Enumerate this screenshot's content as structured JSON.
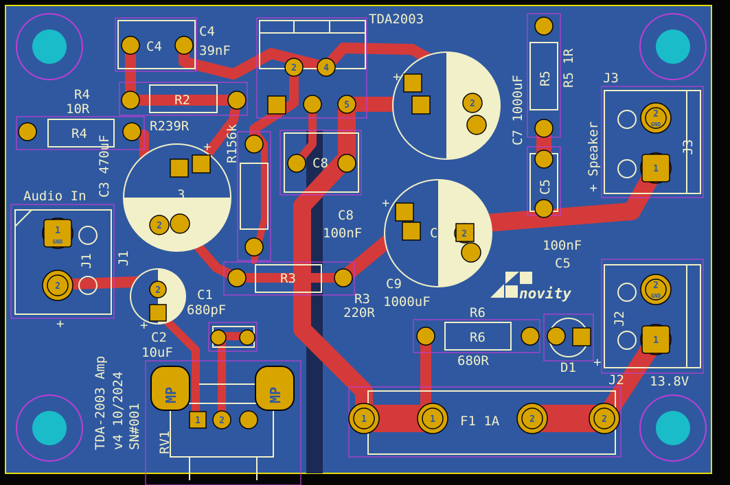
{
  "colors": {
    "background": "#050505",
    "board": "#2f58a0",
    "board_edge": "#e8e000",
    "copper": "#d43a3a",
    "pad": "#d8a400",
    "silk": "#f2f0c8",
    "mount_hole": "#19bcc8",
    "courtyard": "#c13ed4"
  },
  "texts": {
    "tda": "TDA2003",
    "c4": "C4",
    "c4v": "39nF",
    "r4": "R4",
    "r4v": "10R",
    "r2": "R2",
    "r239": "R239R",
    "r1v": "R156k",
    "c3v": "C3 470uF",
    "c3in": "3",
    "audio": "Audio In",
    "j1": "J1",
    "c8body": "C8",
    "c8": "C8",
    "c8v": "100nF",
    "c7": "C7 1000uF",
    "r5": "R5",
    "r5v": "R5 1R",
    "j3": "J3",
    "j3body": "J3",
    "speaker": "+ Speaker",
    "c5body": "C5",
    "c5v": "100nF",
    "c5": "C5",
    "c9in": "C",
    "c9": "C9",
    "c9v": "1000uF",
    "r3body": "R3",
    "r3": "R3",
    "r3v": "220R",
    "c1": "C1",
    "c1v": "680pF",
    "c2": "C2",
    "c2v": "10uF",
    "r6": "R6",
    "r6body": "R6",
    "r6v": "680R",
    "d1": "D1",
    "j2": "J2",
    "j2body": "J2",
    "v": "13.8V",
    "f1": "F1 1A",
    "amp1": "TDA-2003 Amp",
    "amp2": "v4 10/2024",
    "amp3": "SN#001",
    "rv1": "RV1",
    "mp": "MP",
    "logo": "novity",
    "pin1": "1",
    "pin2": "2",
    "pin3": "3",
    "pin4": "4",
    "pin5": "5",
    "gnd": "GND",
    "plus": "+"
  }
}
